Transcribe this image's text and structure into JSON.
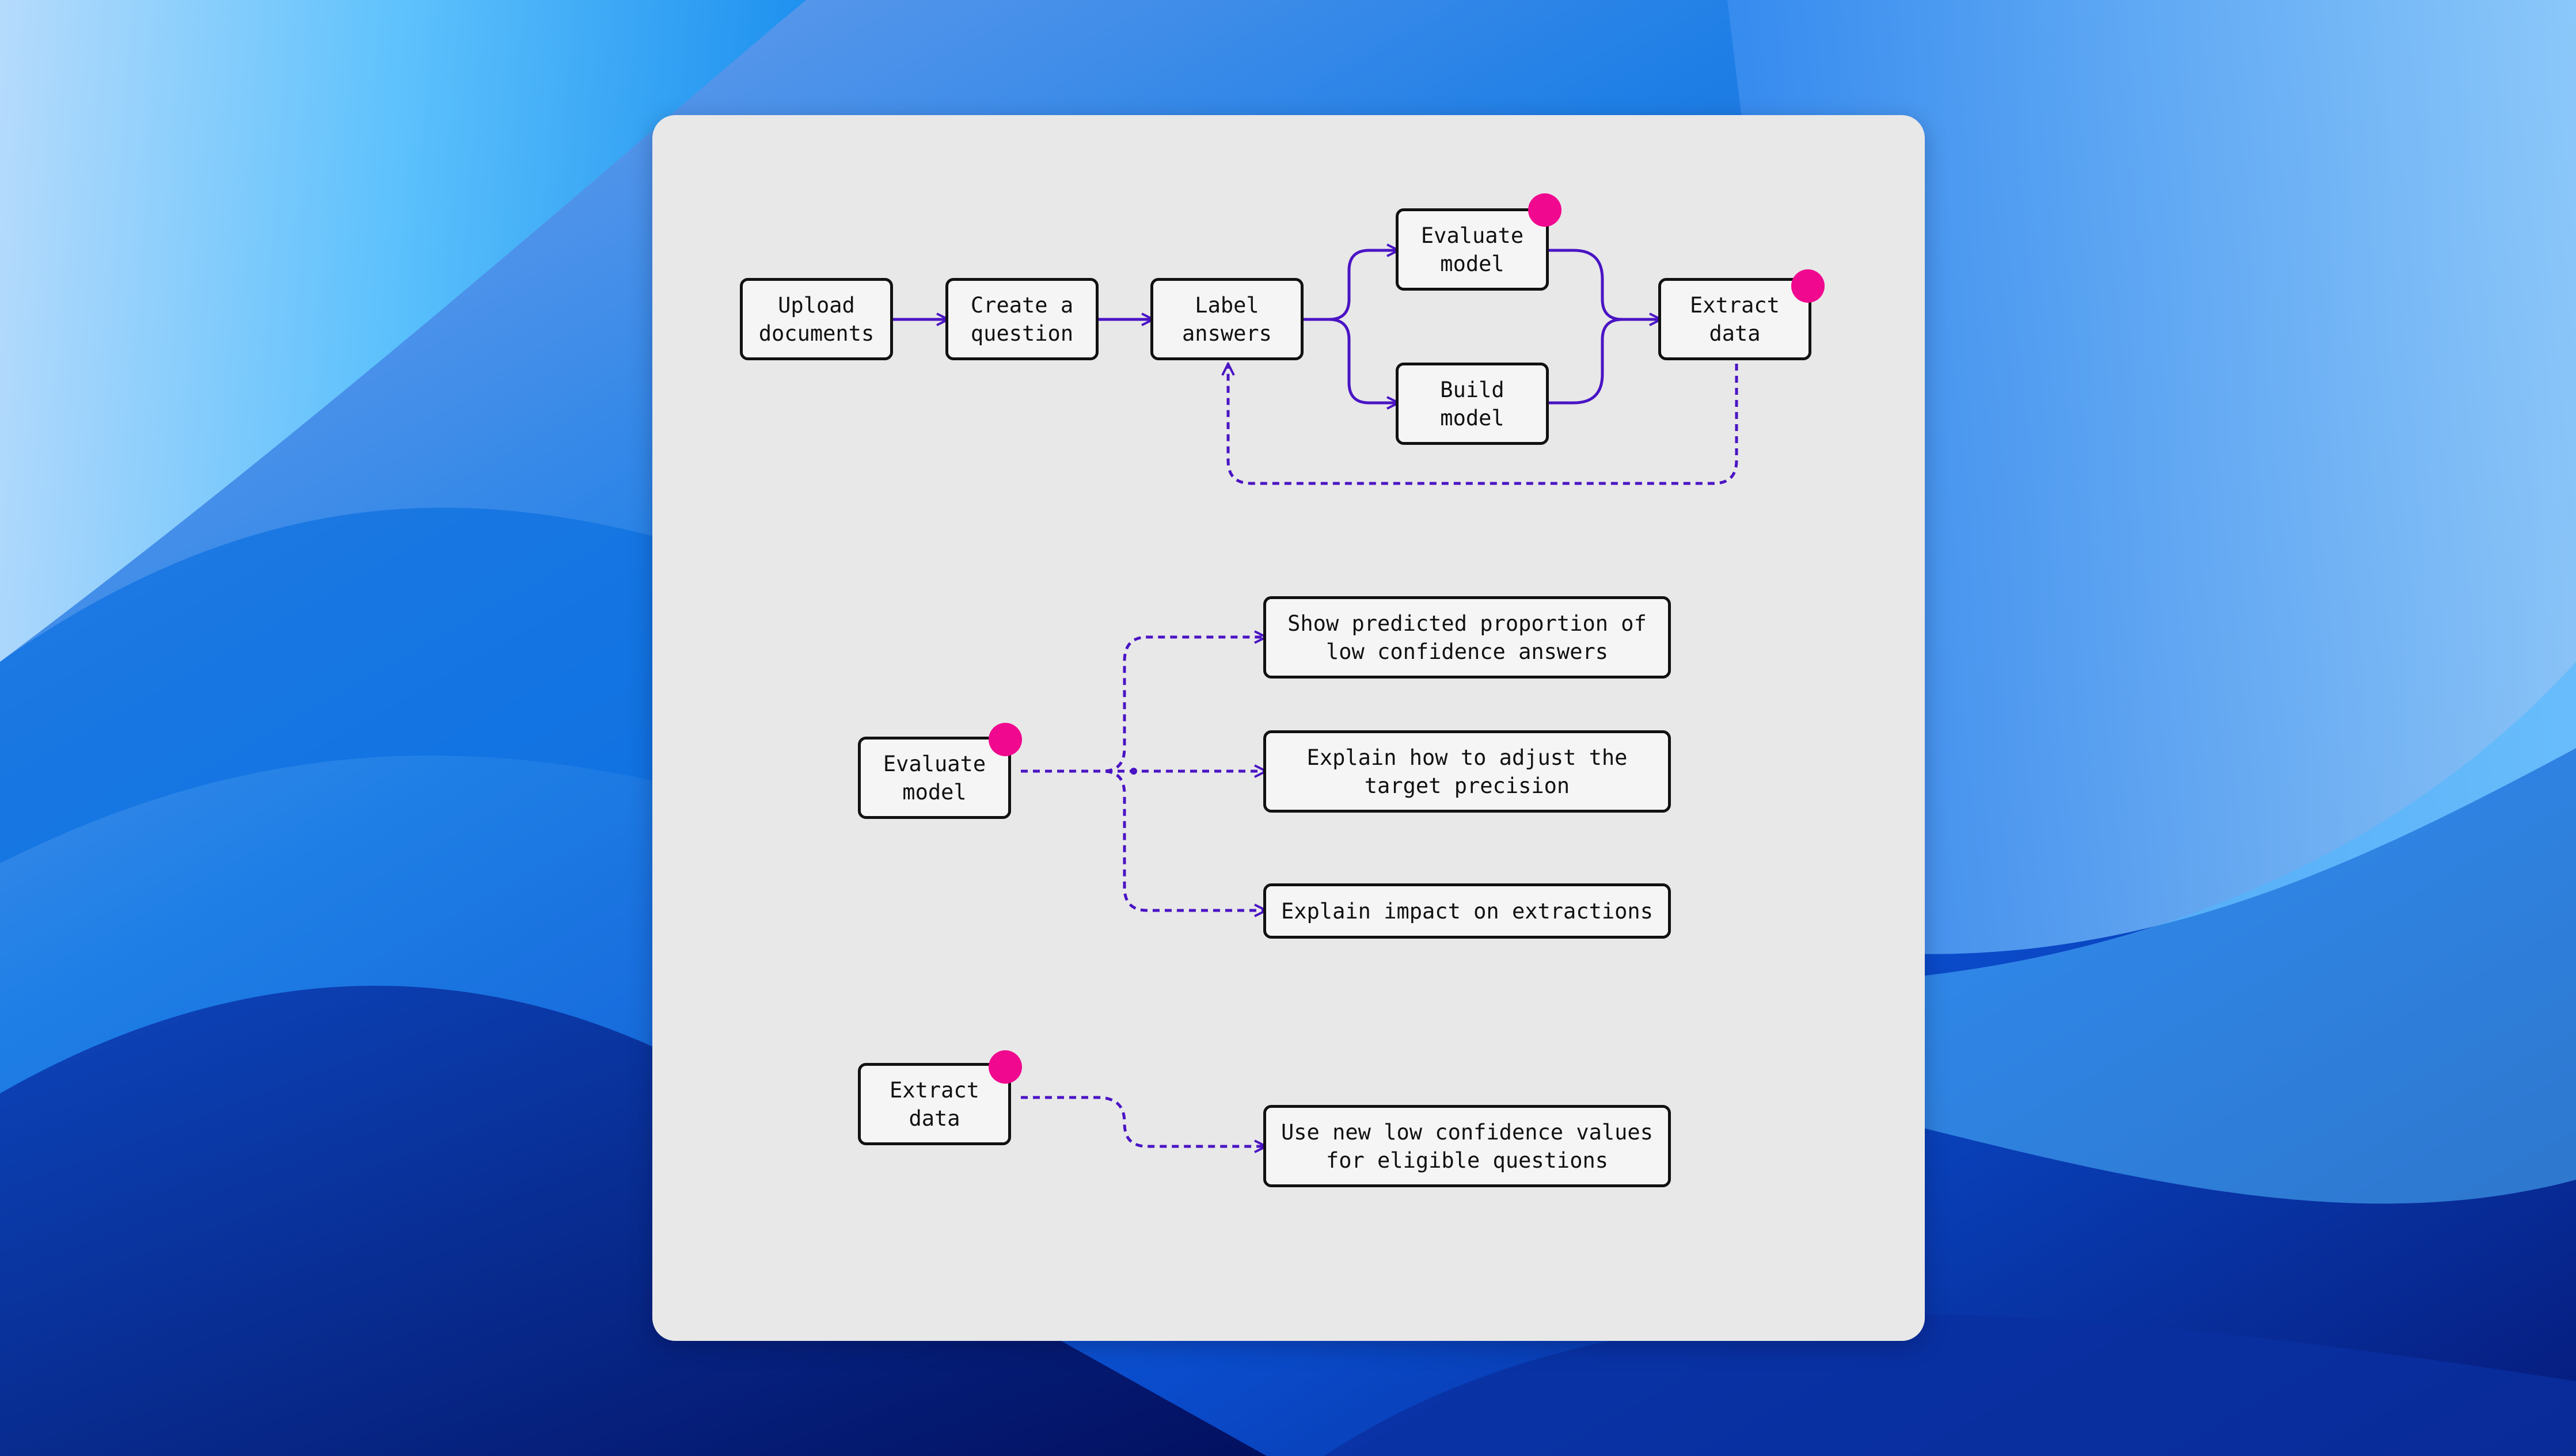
{
  "colors": {
    "card_background": "#e8e8e8",
    "node_fill": "#f5f5f5",
    "node_border": "#111111",
    "connector": "#4a14c4",
    "badge": "#f0088f"
  },
  "main_flow": {
    "upload_documents": "Upload\ndocuments",
    "create_question": "Create a\nquestion",
    "label_answers": "Label\nanswers",
    "evaluate_model": "Evaluate\nmodel",
    "build_model": "Build\nmodel",
    "extract_data": "Extract\ndata"
  },
  "evaluate_detail": {
    "source": "Evaluate\nmodel",
    "outcomes": [
      "Show predicted proportion of\nlow confidence answers",
      "Explain how to adjust the\ntarget precision",
      "Explain impact on extractions"
    ]
  },
  "extract_detail": {
    "source": "Extract\ndata",
    "outcomes": [
      "Use new low confidence values\nfor eligible questions"
    ]
  }
}
